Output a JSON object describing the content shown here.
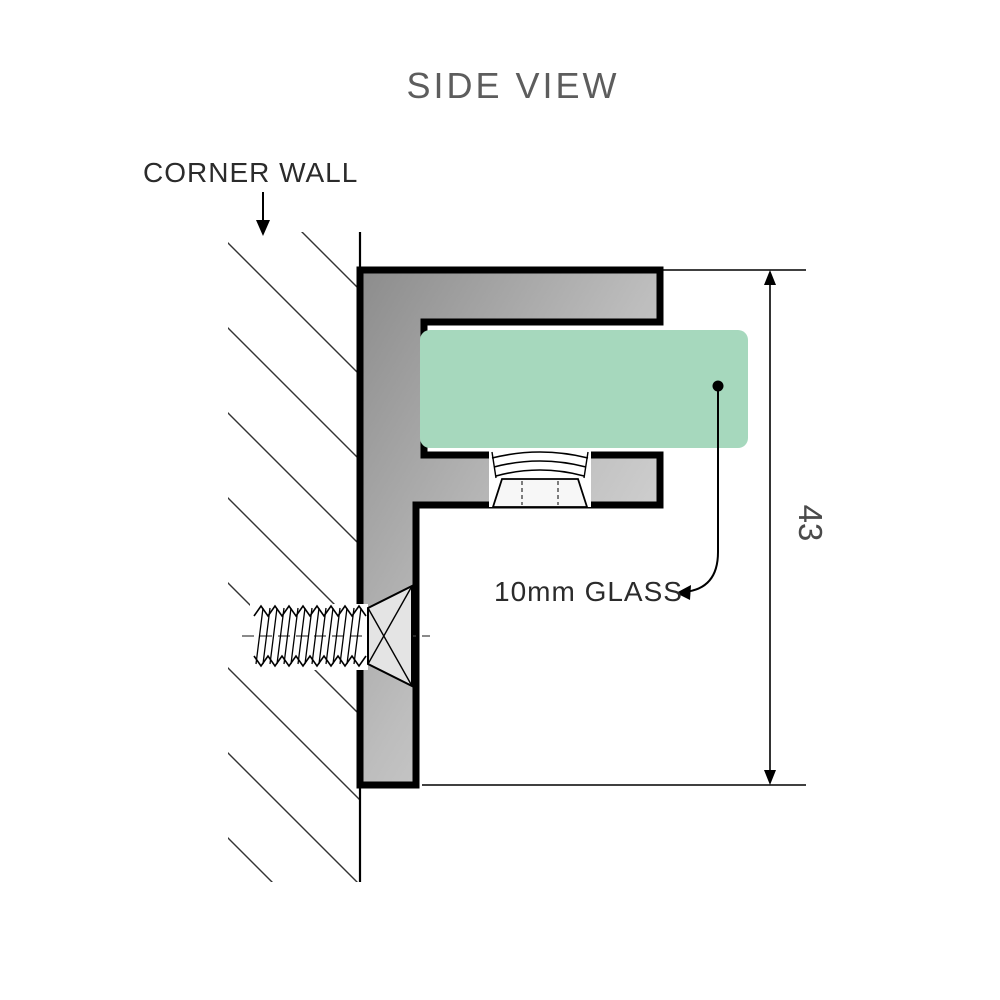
{
  "diagram": {
    "title": "SIDE VIEW",
    "corner_wall_label": "CORNER WALL",
    "glass_label": "10mm GLASS",
    "dimension_label": "43",
    "colors": {
      "glass": "#a6d8bd",
      "metal_dark": "#8c8c8c",
      "metal_mid": "#bdbdbd",
      "metal_light": "#e2e2e2",
      "outline": "#000000",
      "title": "#5d5d5d",
      "label": "#2b2b2b",
      "dim": "#4a4a4a"
    }
  }
}
